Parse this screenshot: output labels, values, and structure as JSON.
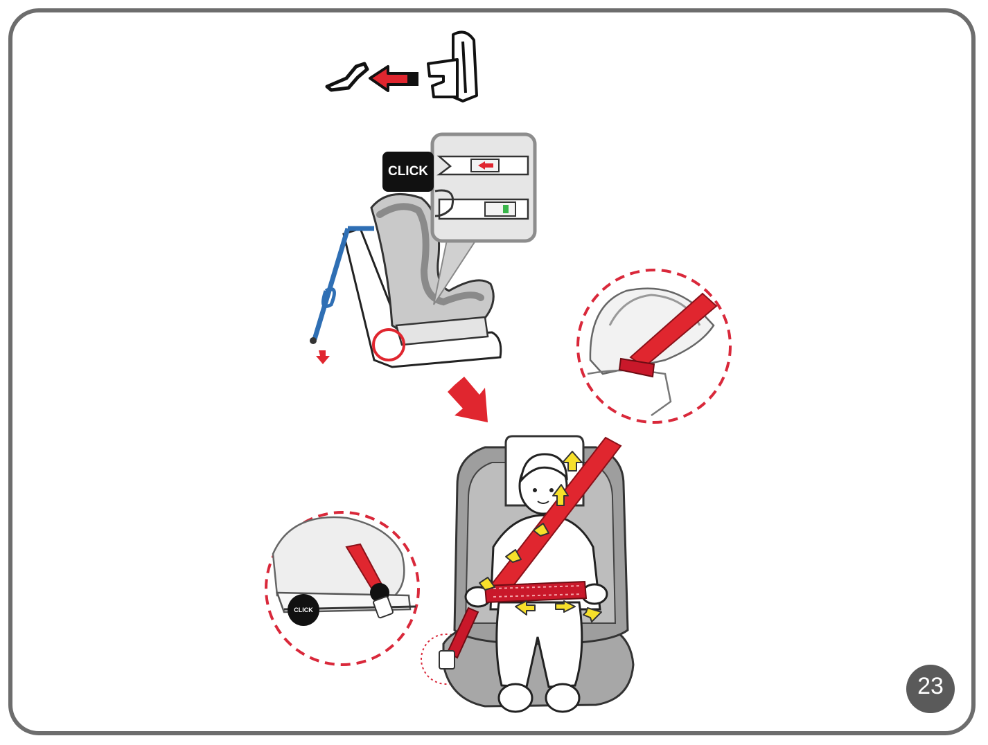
{
  "page": {
    "number": "23"
  },
  "labels": {
    "click_main": "CLICK",
    "click_small": "CLICK"
  },
  "icons": {
    "step1_hook": "isofix-guide-hook-icon",
    "step1_arrow": "red-left-arrow-icon",
    "step1_connector": "isofix-connector-icon",
    "flow_arrow": "red-diagonal-arrow-icon",
    "belt_arrows": "yellow-direction-arrow-icon"
  },
  "colors": {
    "frame": "#6d6d6d",
    "belt_red": "#e0262f",
    "tether_blue": "#2f6fb4",
    "arrow_yellow": "#f7e02a",
    "badge_gray": "#5a5a5a",
    "seat_gray": "#9a9a9a",
    "dashed_circle": "#d9283a"
  }
}
